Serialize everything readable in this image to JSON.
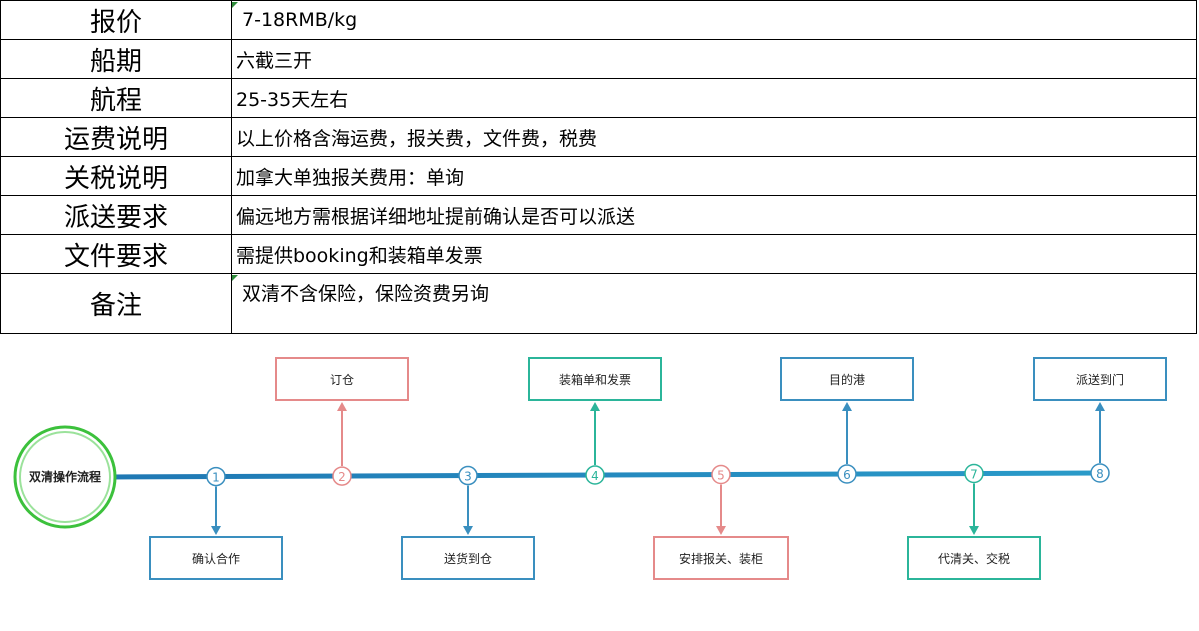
{
  "table": {
    "rows": [
      {
        "label": "报价",
        "value": "7-18RMB/kg"
      },
      {
        "label": "船期",
        "value": "六截三开"
      },
      {
        "label": "航程",
        "value": "25-35天左右"
      },
      {
        "label": "运费说明",
        "value": "以上价格含海运费，报关费，文件费，税费"
      },
      {
        "label": "关税说明",
        "value": "加拿大单独报关费用：单询"
      },
      {
        "label": "派送要求",
        "value": "偏远地方需根据详细地址提前确认是否可以派送"
      },
      {
        "label": "文件要求",
        "value": "需提供booking和装箱单发票"
      },
      {
        "label": "备注",
        "value": "双清不含保险，保险资费另询"
      }
    ]
  },
  "flow": {
    "start": "双清操作流程",
    "steps": [
      {
        "num": "1",
        "label": "确认合作",
        "color": "#3a8fbf"
      },
      {
        "num": "2",
        "label": "订仓",
        "color": "#e58a8a"
      },
      {
        "num": "3",
        "label": "送货到仓",
        "color": "#3a8fbf"
      },
      {
        "num": "4",
        "label": "装箱单和发票",
        "color": "#2bb59a"
      },
      {
        "num": "5",
        "label": "安排报关、装柜",
        "color": "#e58a8a"
      },
      {
        "num": "6",
        "label": "目的港",
        "color": "#3a8fbf"
      },
      {
        "num": "7",
        "label": "代清关、交税",
        "color": "#2bb59a"
      },
      {
        "num": "8",
        "label": "派送到门",
        "color": "#3a8fbf"
      }
    ]
  }
}
